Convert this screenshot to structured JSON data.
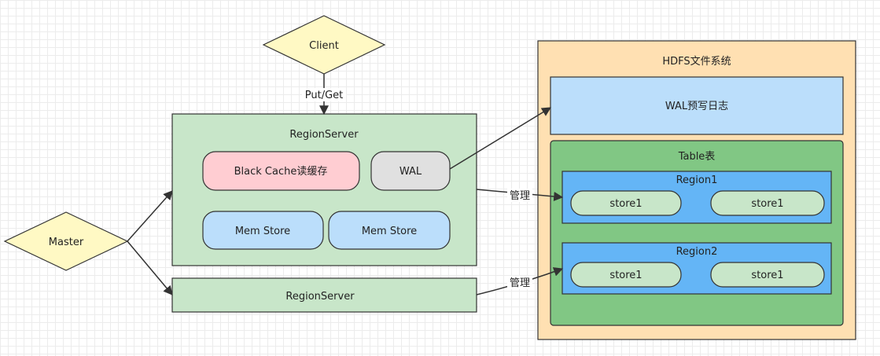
{
  "client": {
    "label": "Client"
  },
  "master": {
    "label": "Master"
  },
  "client_edge_label": "Put/Get",
  "region_server_main": {
    "title": "RegionServer",
    "block_cache": "Black Cache读缓存",
    "wal": "WAL",
    "mem_store_1": "Mem Store",
    "mem_store_2": "Mem Store"
  },
  "region_server_second": {
    "title": "RegionServer"
  },
  "manage_label_1": "管理",
  "manage_label_2": "管理",
  "hdfs": {
    "title": "HDFS文件系统",
    "wal_log": "WAL预写日志",
    "table": {
      "title": "Table表",
      "regions": [
        {
          "title": "Region1",
          "stores": [
            "store1",
            "store1"
          ]
        },
        {
          "title": "Region2",
          "stores": [
            "store1",
            "store1"
          ]
        }
      ]
    }
  },
  "colors": {
    "diamond_fill": "#fff9c4",
    "region_server_fill": "#c8e6c9",
    "block_cache_fill": "#ffcdd2",
    "wal_fill": "#e0e0e0",
    "mem_store_fill": "#bbdefb",
    "hdfs_fill": "#ffe0b2",
    "wal_log_fill": "#bbdefb",
    "table_fill": "#81c784",
    "region_fill": "#64b5f6",
    "store_fill": "#c8e6c9"
  }
}
